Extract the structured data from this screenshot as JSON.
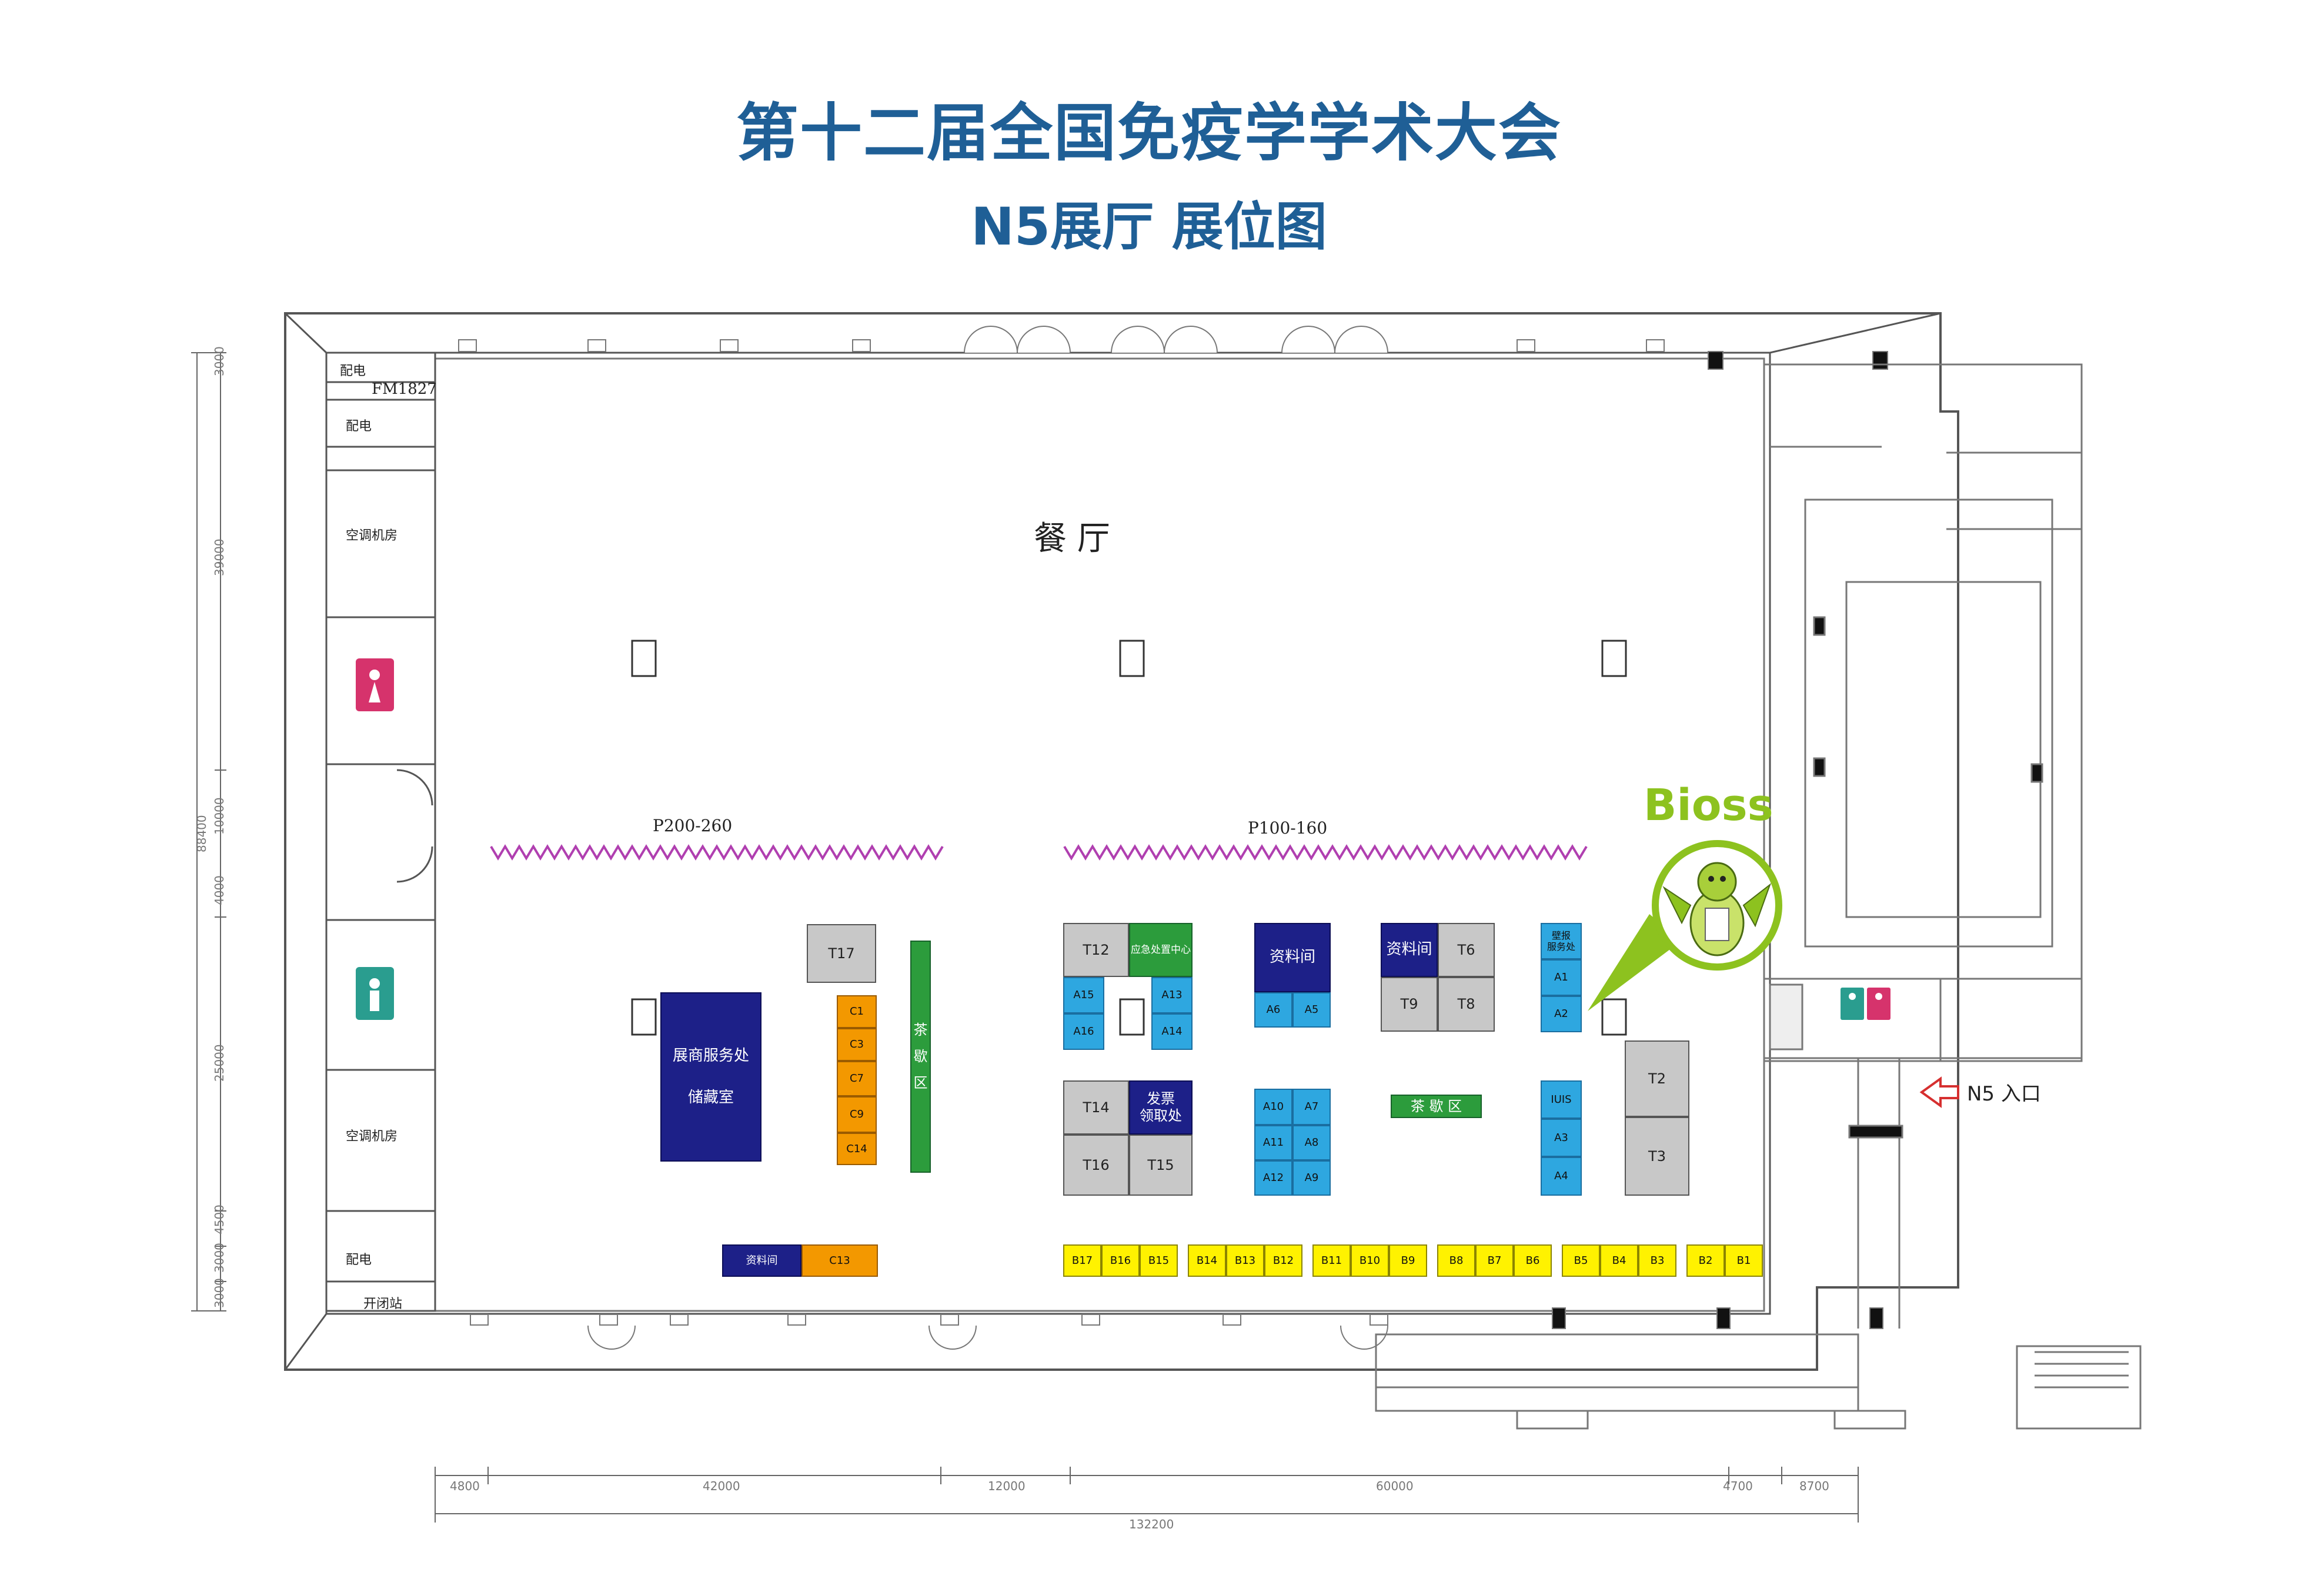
{
  "title": "第十二届全国免疫学学术大会",
  "subtitle": "N5展厅 展位图",
  "colors": {
    "title": "#1f5f96",
    "gray": "#c8c8c8",
    "cyan": "#2ea7e0",
    "orange": "#f39800",
    "yellow": "#fff200",
    "navy": "#1d2088",
    "green": "#2c9c3c",
    "bioss": "#8dc21f",
    "poster": "#b03fb0",
    "wc_female": "#d6336c",
    "wc_male": "#2a9d8f"
  },
  "labels": {
    "restaurant": "餐 厅",
    "entrance": "N5 入口",
    "poster_left": "P200-260",
    "poster_right": "P100-160",
    "bioss": "Bioss",
    "room_power": "配电",
    "room_fm": "FM1827",
    "room_ac": "空调机房",
    "room_switch": "开闭站"
  },
  "dimensions": {
    "left_total": "88400",
    "left": [
      "3000",
      "39000",
      "10000",
      "4000",
      "25000",
      "4500",
      "3000",
      "3000"
    ],
    "bottom": [
      "4800",
      "42000",
      "12000",
      "60000",
      "4700",
      "8700"
    ],
    "bottom_total": "132200"
  },
  "booths": {
    "service": [
      "展商服务处",
      "储藏室"
    ],
    "T17": "T17",
    "C1": "C1",
    "C3": "C3",
    "C7": "C7",
    "C9": "C9",
    "C14": "C14",
    "tea1": [
      "茶",
      "歇",
      "区"
    ],
    "info_bottom": "资料间",
    "C13": "C13",
    "T12": "T12",
    "emergency": "应急处置中心",
    "A15": "A15",
    "A16": "A16",
    "A13": "A13",
    "A14": "A14",
    "T14": "T14",
    "invoice": [
      "发票",
      "领取处"
    ],
    "T16": "T16",
    "T15": "T15",
    "info_mid": "资料间",
    "A6": "A6",
    "A5": "A5",
    "A10": "A10",
    "A7": "A7",
    "A11": "A11",
    "A8": "A8",
    "A12": "A12",
    "A9": "A9",
    "info_t": "资料间",
    "T6": "T6",
    "T9": "T9",
    "T8": "T8",
    "tea2": "茶 歇 区",
    "reg": [
      "壁报",
      "服务处"
    ],
    "A1": "A1",
    "A2": "A2",
    "IUIS": "IUIS",
    "A3": "A3",
    "A4": "A4",
    "T2": "T2",
    "T3": "T3",
    "B17": "B17",
    "B16": "B16",
    "B15": "B15",
    "B14": "B14",
    "B13": "B13",
    "B12": "B12",
    "B11": "B11",
    "B10": "B10",
    "B9": "B9",
    "B8": "B8",
    "B7": "B7",
    "B6": "B6",
    "B5": "B5",
    "B4": "B4",
    "B3": "B3",
    "B2": "B2",
    "B1": "B1"
  }
}
